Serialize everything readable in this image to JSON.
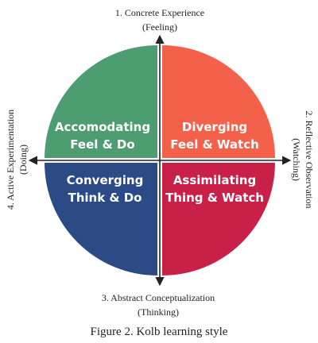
{
  "axes": {
    "top": {
      "label": "1. Concrete Experience",
      "sub": "(Feeling)"
    },
    "right": {
      "label": "2. Reflective Observation",
      "sub": "(Watching)"
    },
    "bottom": {
      "label": "3. Abstract Conceptualization",
      "sub": "(Thinking)"
    },
    "left": {
      "label": "4. Active Experimentation",
      "sub": "(Doing)"
    }
  },
  "quadrants": [
    {
      "id": "top-left",
      "title": "Accomodating",
      "subtitle": "Feel & Do",
      "color": "#4e9c72"
    },
    {
      "id": "top-right",
      "title": "Diverging",
      "subtitle": "Feel & Watch",
      "color": "#f4614b"
    },
    {
      "id": "bottom-left",
      "title": "Converging",
      "subtitle": "Think & Do",
      "color": "#2b4a86"
    },
    {
      "id": "bottom-right",
      "title": "Assimilating",
      "subtitle": "Thing & Watch",
      "color": "#c9204a"
    }
  ],
  "caption": "Figure 2. Kolb learning style"
}
